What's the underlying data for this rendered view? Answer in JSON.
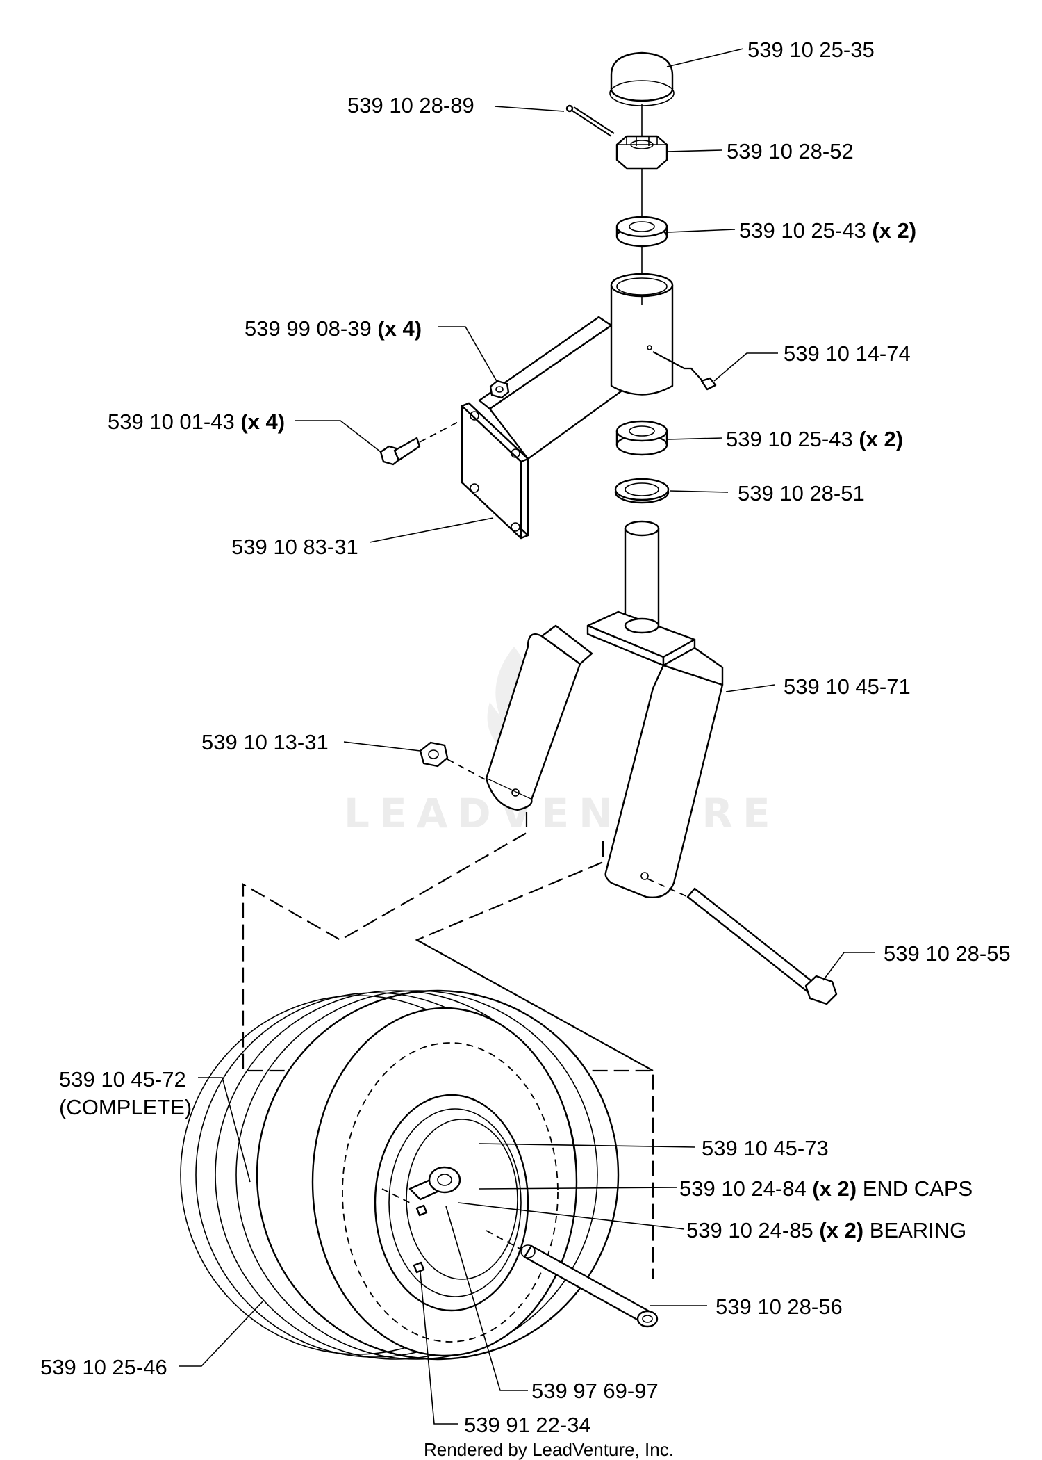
{
  "watermark": "LEADVENTURE",
  "footer": "Rendered by LeadVenture, Inc.",
  "callouts": [
    {
      "part": "539 10 25-35",
      "qty": "",
      "desc": ""
    },
    {
      "part": "539 10 28-89",
      "qty": "",
      "desc": ""
    },
    {
      "part": "539 10 28-52",
      "qty": "",
      "desc": ""
    },
    {
      "part": "539 10 25-43",
      "qty": "(x 2)",
      "desc": ""
    },
    {
      "part": "539 99 08-39",
      "qty": "(x 4)",
      "desc": ""
    },
    {
      "part": "539 10 14-74",
      "qty": "",
      "desc": ""
    },
    {
      "part": "539 10 01-43",
      "qty": "(x 4)",
      "desc": ""
    },
    {
      "part": "539 10 25-43",
      "qty": "(x 2)",
      "desc": ""
    },
    {
      "part": "539 10 28-51",
      "qty": "",
      "desc": ""
    },
    {
      "part": "539 10 83-31",
      "qty": "",
      "desc": ""
    },
    {
      "part": "539 10 45-71",
      "qty": "",
      "desc": ""
    },
    {
      "part": "539 10 13-31",
      "qty": "",
      "desc": ""
    },
    {
      "part": "539 10 28-55",
      "qty": "",
      "desc": ""
    },
    {
      "part": "539 10 45-72",
      "qty": "",
      "desc": "(COMPLETE)"
    },
    {
      "part": "539 10 45-73",
      "qty": "",
      "desc": ""
    },
    {
      "part": "539 10 24-84",
      "qty": "(x 2)",
      "desc": "END CAPS"
    },
    {
      "part": "539 10 24-85",
      "qty": "(x 2)",
      "desc": "BEARING"
    },
    {
      "part": "539 10 28-56",
      "qty": "",
      "desc": ""
    },
    {
      "part": "539 10 25-46",
      "qty": "",
      "desc": ""
    },
    {
      "part": "539 97 69-97",
      "qty": "",
      "desc": ""
    },
    {
      "part": "539 91 22-34",
      "qty": "",
      "desc": ""
    }
  ]
}
